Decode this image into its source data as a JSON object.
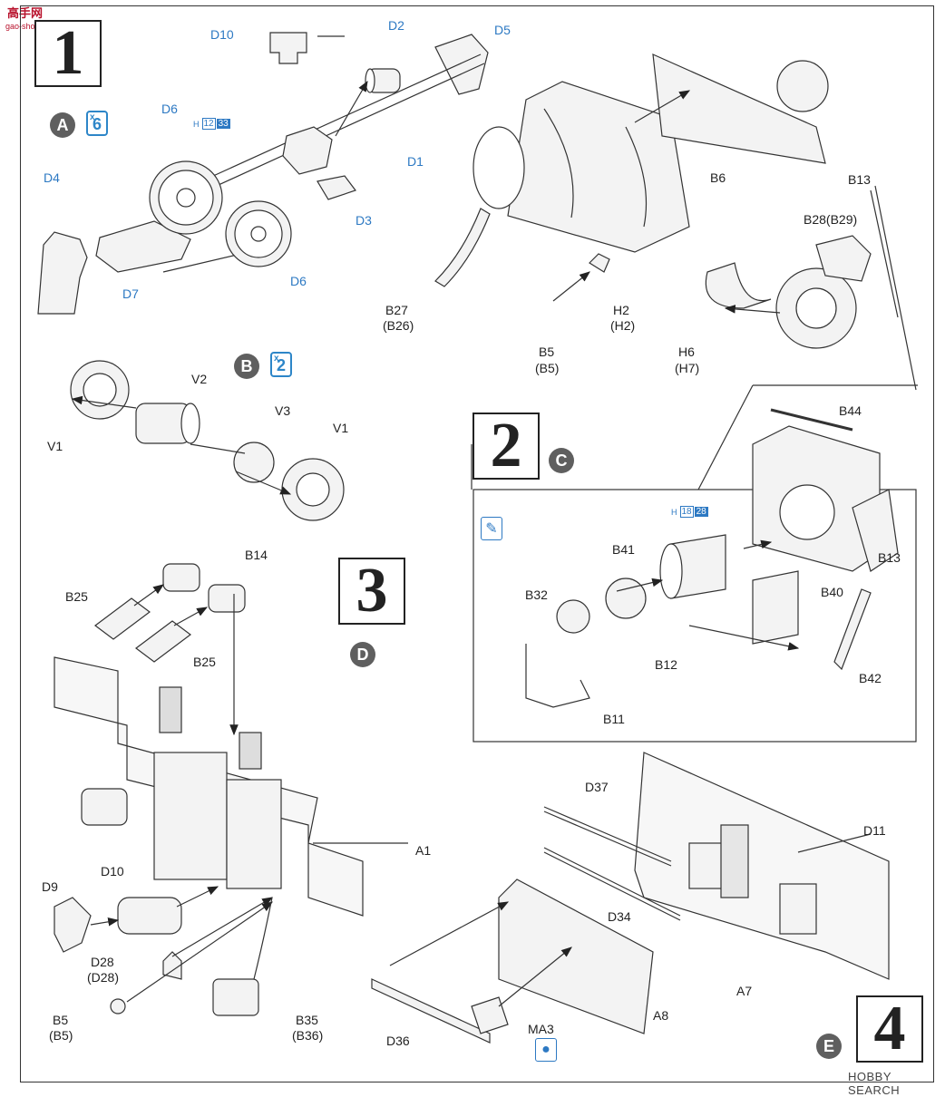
{
  "watermark": {
    "site_text": "高手网",
    "url_text": "gao-shou.com"
  },
  "footer": {
    "brand": "HOBBY SEARCH"
  },
  "steps": {
    "s1": {
      "number": "1",
      "badge": "A",
      "qty": "6",
      "qty_x": "x"
    },
    "s2": {
      "number": "2",
      "badge": "C"
    },
    "s3": {
      "number": "3",
      "badge": "D"
    },
    "s4": {
      "number": "4",
      "badge": "E"
    },
    "b_sub": {
      "badge": "B",
      "qty": "2",
      "qty_x": "x"
    }
  },
  "paint_codes": {
    "d6": {
      "h": "H",
      "n1": "12",
      "n2": "33"
    },
    "b41": {
      "h": "H",
      "n1": "18",
      "n2": "28"
    }
  },
  "labels": {
    "d10_top": "D10",
    "d2": "D2",
    "d5": "D5",
    "d6_a": "D6",
    "d4": "D4",
    "d1": "D1",
    "d3": "D3",
    "d7": "D7",
    "d6_b": "D6",
    "b6": "B6",
    "b13_top": "B13",
    "b28": "B28(B29)",
    "b27": "B27",
    "b26": "(B26)",
    "h2": "H2",
    "h2p": "(H2)",
    "b5_top": "B5",
    "b5p_top": "(B5)",
    "h6": "H6",
    "h7": "(H7)",
    "v2": "V2",
    "v3": "V3",
    "v1_a": "V1",
    "v1_b": "V1",
    "b44": "B44",
    "b41": "B41",
    "b32": "B32",
    "b13_mid": "B13",
    "b40": "B40",
    "b12": "B12",
    "b42": "B42",
    "b11": "B11",
    "b14": "B14",
    "b25_a": "B25",
    "b25_b": "B25",
    "a1": "A1",
    "d9": "D9",
    "d10_bot": "D10",
    "d28": "D28",
    "d28p": "(D28)",
    "b5_bot": "B5",
    "b5p_bot": "(B5)",
    "b35": "B35",
    "b36": "(B36)",
    "d37": "D37",
    "d11": "D11",
    "d34": "D34",
    "a7": "A7",
    "a8": "A8",
    "d36": "D36",
    "ma3": "MA3"
  },
  "icons": [
    "paint-brush-icon",
    "glue-drop-icon"
  ],
  "colors": {
    "accent_blue": "#2d79c3",
    "badge_gray": "#5f5f5f",
    "watermark_red": "#b8122c"
  }
}
